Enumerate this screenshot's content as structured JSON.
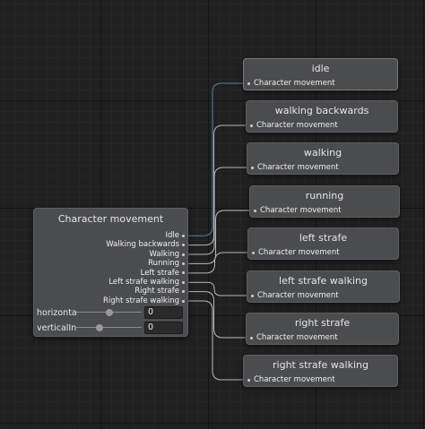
{
  "colors": {
    "canvas": "#202020",
    "node": "#4b4c4f",
    "wire": "#b8b8b8",
    "wire_active": "#5d7fa6"
  },
  "source_node": {
    "title": "Character movement",
    "outputs": [
      "Idle",
      "Walking backwards",
      "Walking",
      "Running",
      "Left strafe",
      "Left strafe walking",
      "Right strafe",
      "Right strafe walking"
    ],
    "params": [
      {
        "label": "horizontal",
        "value": "0",
        "level": 0.5
      },
      {
        "label": "verticalInput",
        "value": "0",
        "level": 0.35
      }
    ]
  },
  "states": [
    {
      "title": "idle",
      "port": "Character movement"
    },
    {
      "title": "walking backwards",
      "port": "Character movement"
    },
    {
      "title": "walking",
      "port": "Character movement"
    },
    {
      "title": "running",
      "port": "Character movement"
    },
    {
      "title": "left strafe",
      "port": "Character movement"
    },
    {
      "title": "left strafe walking",
      "port": "Character movement"
    },
    {
      "title": "right strafe",
      "port": "Character movement"
    },
    {
      "title": "right strafe walking",
      "port": "Character movement"
    }
  ]
}
